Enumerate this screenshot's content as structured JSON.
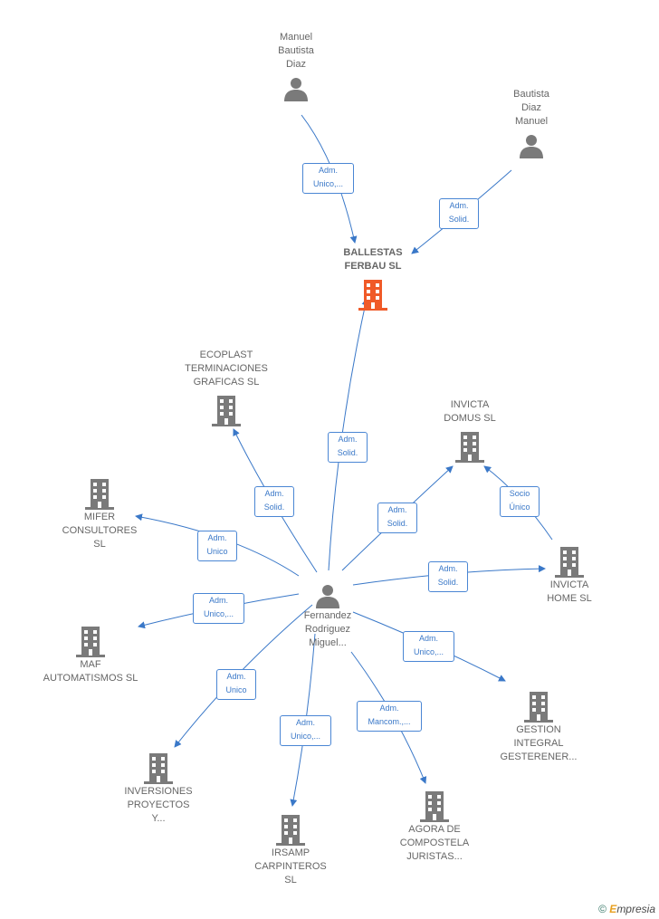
{
  "diagram": {
    "center": {
      "label": "Fernandez\nRodriguez\nMiguel..."
    },
    "persons": [
      {
        "label": "Manuel\nBautista\nDiaz"
      },
      {
        "label": "Bautista\nDiaz\nManuel"
      }
    ],
    "main_company": {
      "label": "BALLESTAS\nFERBAU  SL",
      "color": "#f05a28"
    },
    "companies": [
      {
        "label": "ECOPLAST\nTERMINACIONES\nGRAFICAS  SL"
      },
      {
        "label": "INVICTA\nDOMUS  SL"
      },
      {
        "label": "MIFER\nCONSULTORES\nSL"
      },
      {
        "label": "INVICTA\nHOME  SL"
      },
      {
        "label": "MAF\nAUTOMATISMOS SL"
      },
      {
        "label": "GESTION\nINTEGRAL\nGESTERENER..."
      },
      {
        "label": "INVERSIONES\nPROYECTOS\nY..."
      },
      {
        "label": "IRSAMP\nCARPINTEROS\nSL"
      },
      {
        "label": "AGORA DE\nCOMPOSTELA\nJURISTAS..."
      }
    ],
    "edges": [
      {
        "label": "Adm.\nUnico,..."
      },
      {
        "label": "Adm.\nSolid."
      },
      {
        "label": "Adm.\nSolid."
      },
      {
        "label": "Adm.\nSolid."
      },
      {
        "label": "Adm.\nSolid."
      },
      {
        "label": "Socio\nÚnico"
      },
      {
        "label": "Adm.\nUnico"
      },
      {
        "label": "Adm.\nSolid."
      },
      {
        "label": "Adm.\nUnico,..."
      },
      {
        "label": "Adm.\nUnico,..."
      },
      {
        "label": "Adm.\nUnico"
      },
      {
        "label": "Adm.\nUnico,..."
      },
      {
        "label": "Adm.\nMancom.,..."
      }
    ],
    "colors": {
      "edge": "#3a78c8",
      "icon": "#7a7a7a",
      "main": "#f05a28"
    }
  },
  "footer": {
    "copyright": "©",
    "brand_e": "E",
    "brand_rest": "mpresia"
  }
}
